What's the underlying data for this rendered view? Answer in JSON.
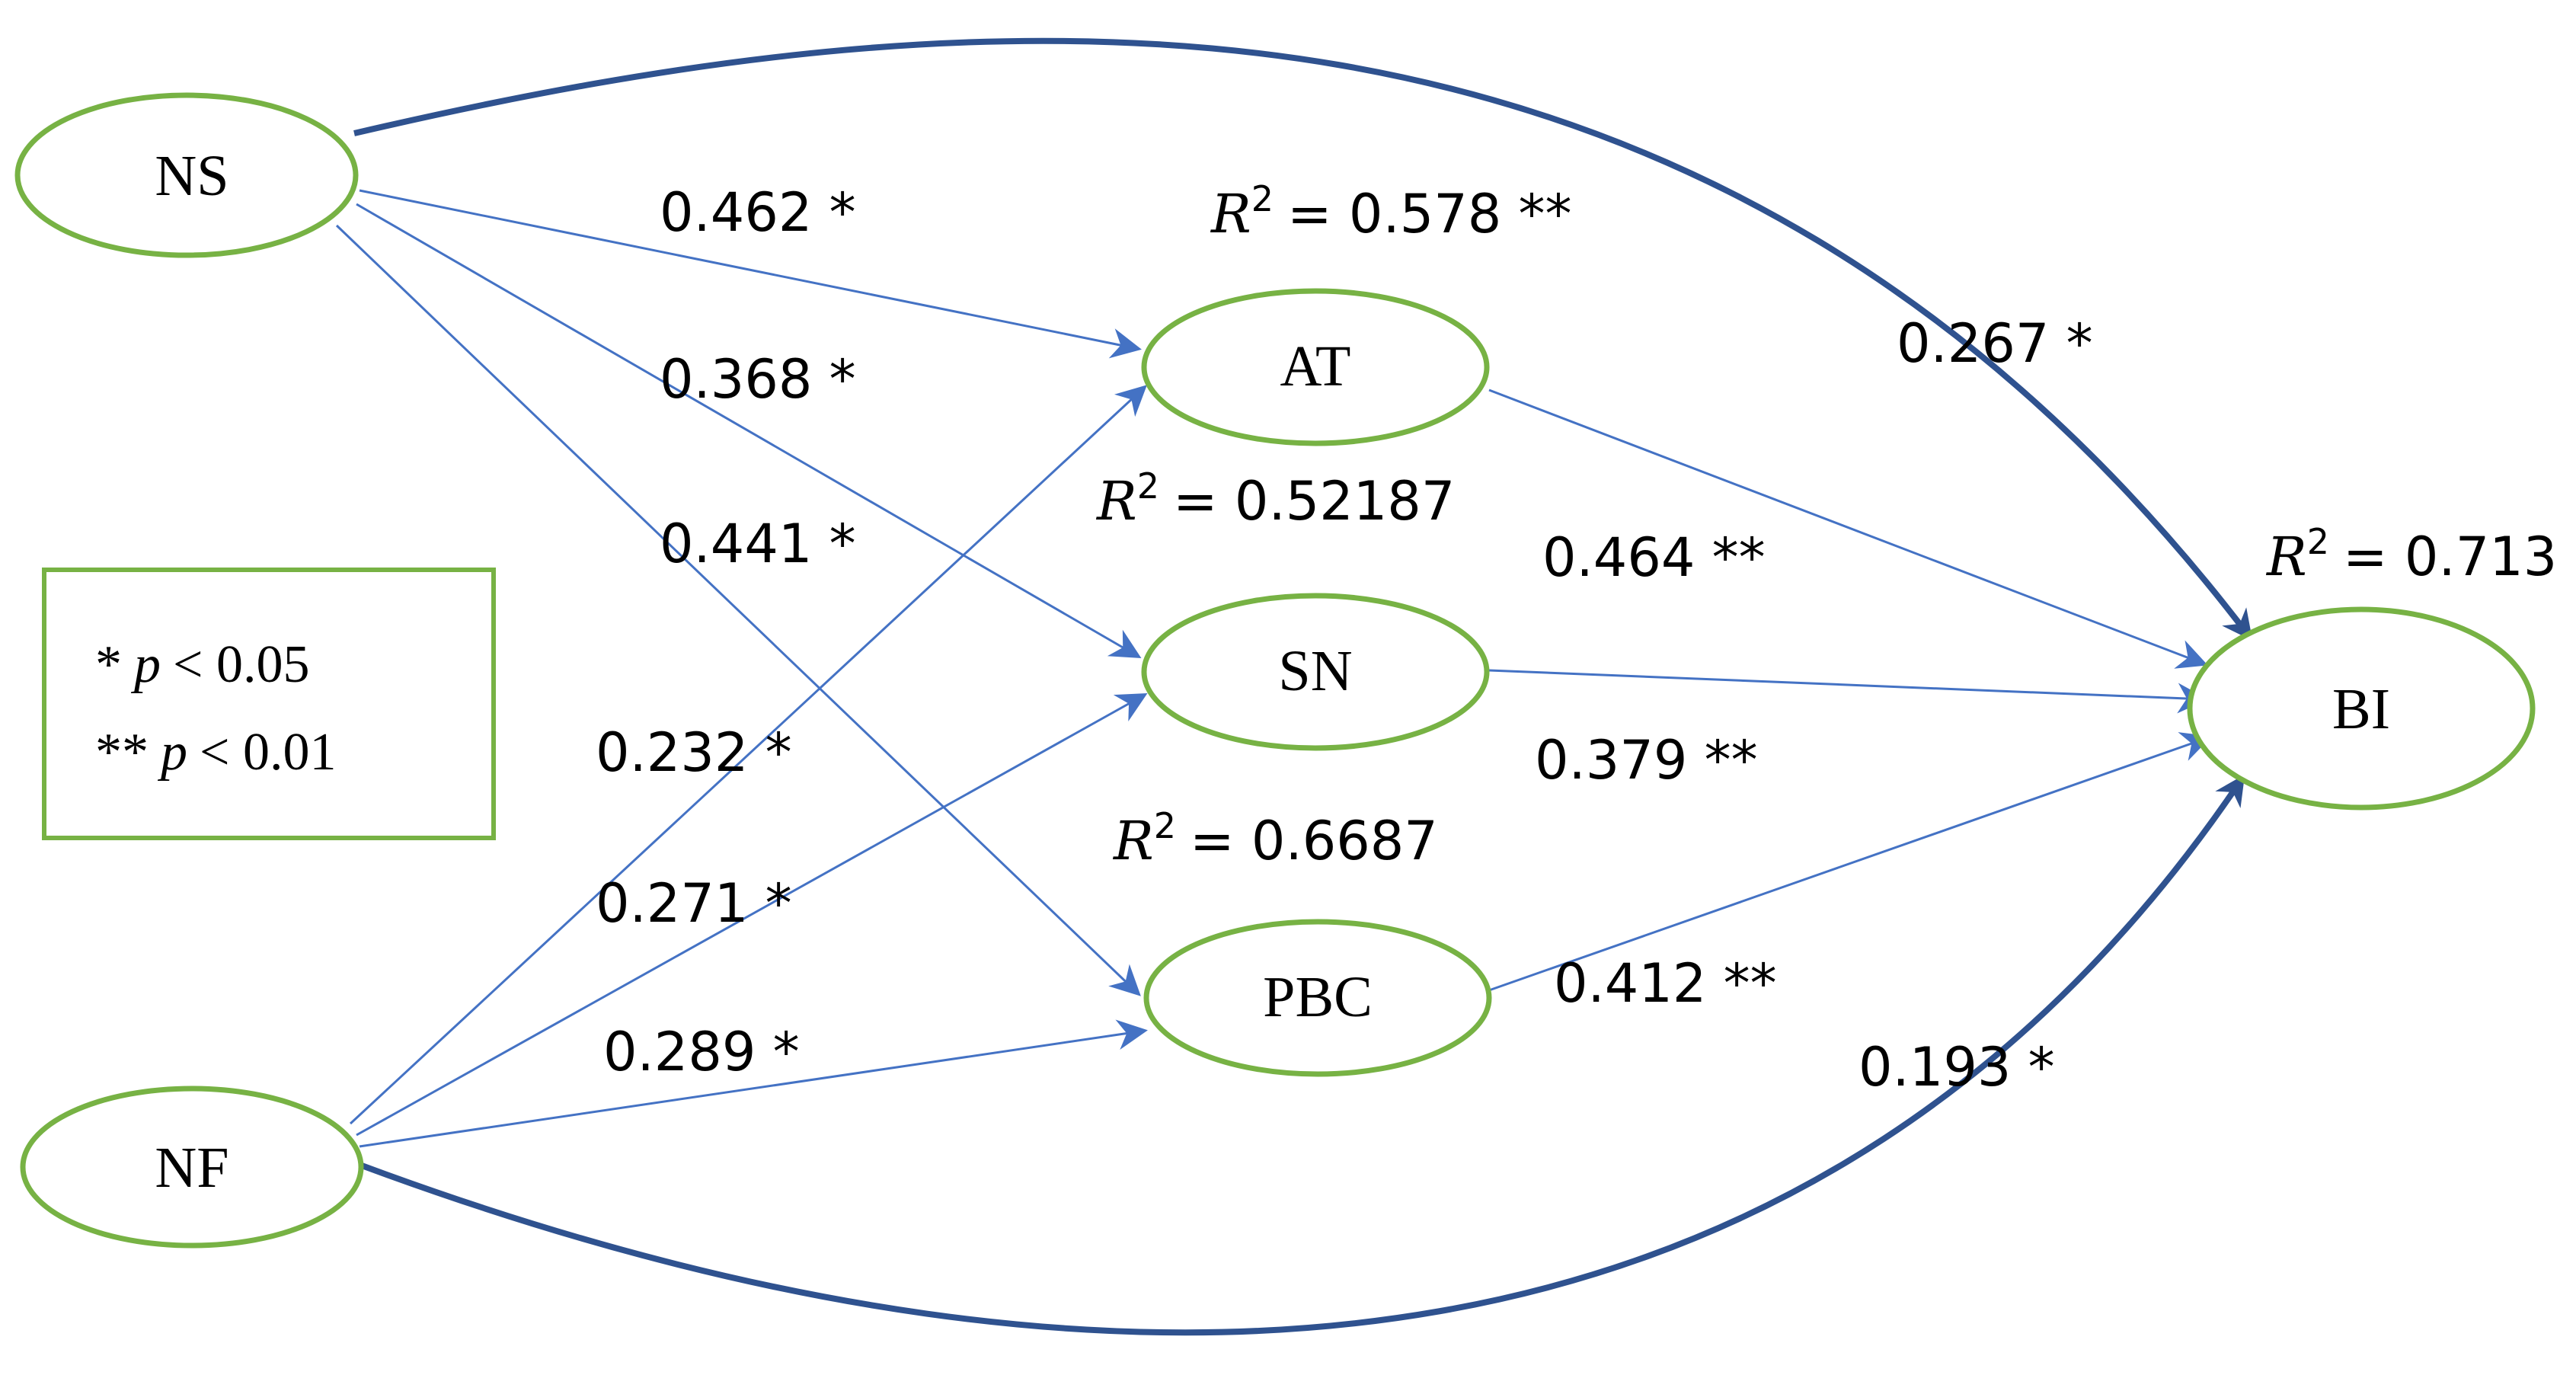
{
  "colors": {
    "node_border": "#77b244",
    "thin_path": "#4472c4",
    "thick_path": "#2f528f",
    "background": "#ffffff"
  },
  "nodes": {
    "ns": "NS",
    "nf": "NF",
    "at": "AT",
    "sn": "SN",
    "pbc": "PBC",
    "bi": "BI"
  },
  "paths": {
    "ns_at": "0.462 *",
    "ns_sn": "0.368 *",
    "ns_pbc": "0.441 *",
    "nf_at": "0.232 *",
    "nf_sn": "0.271 *",
    "nf_pbc": "0.289 *",
    "at_bi": "0.464 **",
    "sn_bi": "0.379 **",
    "pbc_bi": "0.412 **",
    "ns_bi": "0.267 *",
    "nf_bi": "0.193 *"
  },
  "r_squared": {
    "symbol": "R",
    "exponent": "2",
    "at": "= 0.578 **",
    "sn": "= 0.52187",
    "pbc": "= 0.6687",
    "bi": "= 0.713"
  },
  "legend": {
    "line1_stars": "*",
    "line1_p": "p",
    "line1_rest": "< 0.05",
    "line2_stars": "**",
    "line2_p": "p",
    "line2_rest": "< 0.01"
  }
}
